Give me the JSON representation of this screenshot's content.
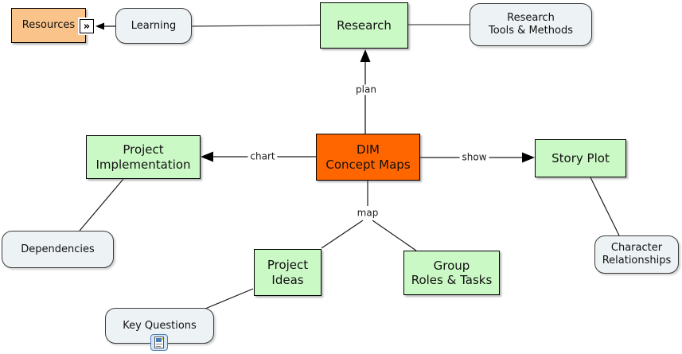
{
  "nodes": {
    "resources": {
      "label": "Resources"
    },
    "learning": {
      "label": "Learning"
    },
    "research": {
      "label": "Research"
    },
    "research_tools": {
      "label": "Research\nTools & Methods"
    },
    "dim": {
      "label": "DIM\nConcept Maps"
    },
    "project_implementation": {
      "label": "Project\nImplementation"
    },
    "story_plot": {
      "label": "Story Plot"
    },
    "dependencies": {
      "label": "Dependencies"
    },
    "project_ideas": {
      "label": "Project\nIdeas"
    },
    "group_roles": {
      "label": "Group\nRoles & Tasks"
    },
    "character_relationships": {
      "label": "Character\nRelationships"
    },
    "key_questions": {
      "label": "Key Questions"
    }
  },
  "link_labels": {
    "plan": "plan",
    "chart": "chart",
    "show": "show",
    "map": "map"
  },
  "icons": {
    "resource_expand_glyph": "»"
  },
  "colors": {
    "concept_green": "#cbf9c6",
    "highlight_orange": "#ff6600",
    "resource_orange": "#f9c38a",
    "plain_gray": "#edf2f5",
    "line": "#2a2a2a"
  }
}
